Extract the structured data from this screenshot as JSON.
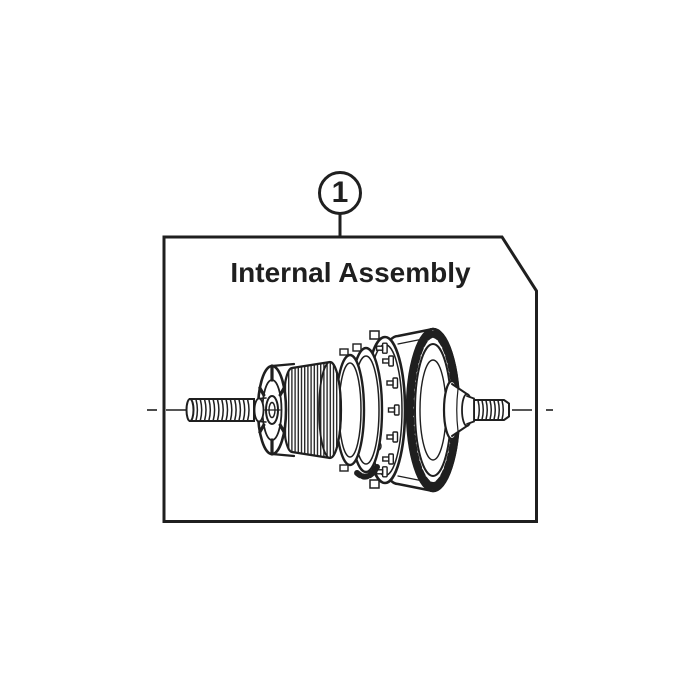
{
  "diagram": {
    "callout_number": "1",
    "box_label": "Internal Assembly",
    "illustration_name": "internal-geared-hub-assembly",
    "colors": {
      "ink": "#1f1f1f",
      "paper": "#ffffff"
    }
  }
}
